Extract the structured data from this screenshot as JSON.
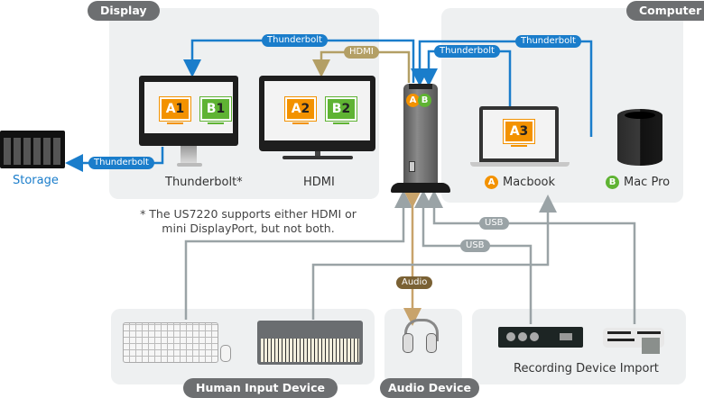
{
  "groups": {
    "display": {
      "title": "Display"
    },
    "computer": {
      "title": "Computer"
    },
    "human_input": {
      "title": "Human Input Device"
    },
    "audio": {
      "title": "Audio Device"
    },
    "recording": {
      "label": "Recording Device Import"
    }
  },
  "displays": [
    {
      "label": "Thunderbolt*",
      "tiles": [
        {
          "letter": "A",
          "num": "1",
          "color": "#f39200"
        },
        {
          "letter": "B",
          "num": "1",
          "color": "#5fb333"
        }
      ]
    },
    {
      "label": "HDMI",
      "tiles": [
        {
          "letter": "A",
          "num": "2",
          "color": "#f39200"
        },
        {
          "letter": "B",
          "num": "2",
          "color": "#5fb333"
        }
      ]
    }
  ],
  "storage": {
    "label": "Storage"
  },
  "computers": [
    {
      "badge": "A",
      "label": "Macbook",
      "tile": {
        "letter": "A",
        "num": "3"
      },
      "color": "#f39200"
    },
    {
      "badge": "B",
      "label": "Mac Pro",
      "color": "#5fb333"
    }
  ],
  "dock": {
    "badges": [
      "A",
      "B"
    ]
  },
  "connections": {
    "thunderbolt_display": "Thunderbolt",
    "hdmi_display": "HDMI",
    "thunderbolt_macbook": "Thunderbolt",
    "thunderbolt_macpro": "Thunderbolt",
    "thunderbolt_storage": "Thunderbolt",
    "usb_1": "USB",
    "usb_2": "USB",
    "audio": "Audio"
  },
  "note": {
    "line1": "* The US7220 supports either HDMI or",
    "line2": "mini DisplayPort, but not both."
  },
  "colors": {
    "thunderbolt": "#1a7dcb",
    "hdmi": "#b39f65",
    "usb": "#9aa3a6",
    "audio": "#c8a36b",
    "orange": "#f39200",
    "green": "#5fb333"
  }
}
